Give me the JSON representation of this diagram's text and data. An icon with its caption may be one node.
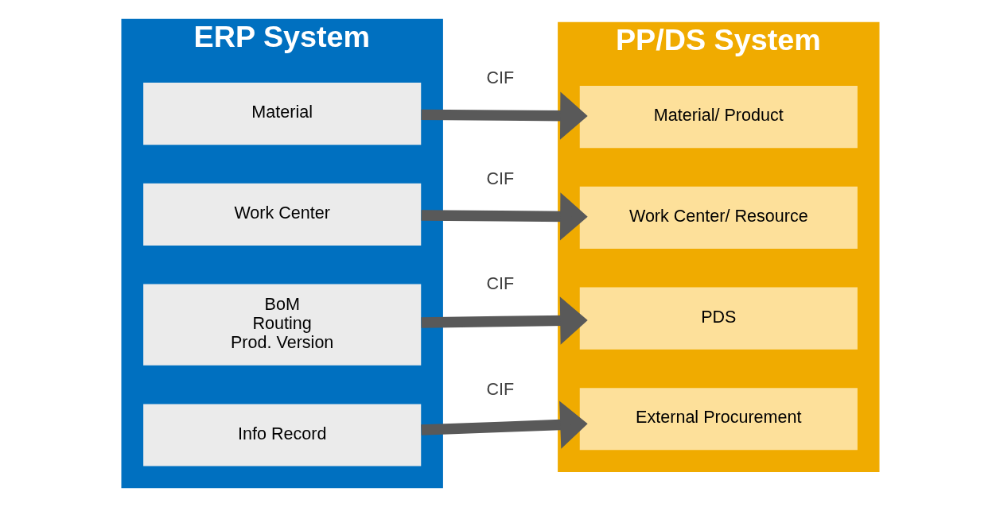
{
  "diagram": {
    "nodes": [
      {
        "text": [
          "ERP System"
        ]
      },
      {
        "text": [
          "Material"
        ],
        "in": 0
      },
      {
        "text": [
          "Work Center"
        ],
        "in": 0
      },
      {
        "text": [
          "BoM",
          "Routing",
          "Prod. Version"
        ],
        "in": 0
      },
      {
        "text": [
          "Info Record"
        ],
        "in": 0
      },
      {
        "text": [
          "PP/DS System"
        ]
      },
      {
        "text": [
          "Material/ Product"
        ],
        "in": 5
      },
      {
        "text": [
          "Work Center/ Resource"
        ],
        "in": 5
      },
      {
        "text": [
          "PDS"
        ],
        "in": 5
      },
      {
        "text": [
          "External Procurement"
        ],
        "in": 5
      }
    ],
    "edges": [
      {
        "from": 1,
        "to": 6,
        "arrow": "to",
        "label": "CIF"
      },
      {
        "from": 2,
        "to": 7,
        "arrow": "to",
        "label": "CIF"
      },
      {
        "from": 3,
        "to": 8,
        "arrow": "to",
        "label": "CIF"
      },
      {
        "from": 4,
        "to": 9,
        "arrow": "to",
        "label": "CIF"
      }
    ]
  }
}
